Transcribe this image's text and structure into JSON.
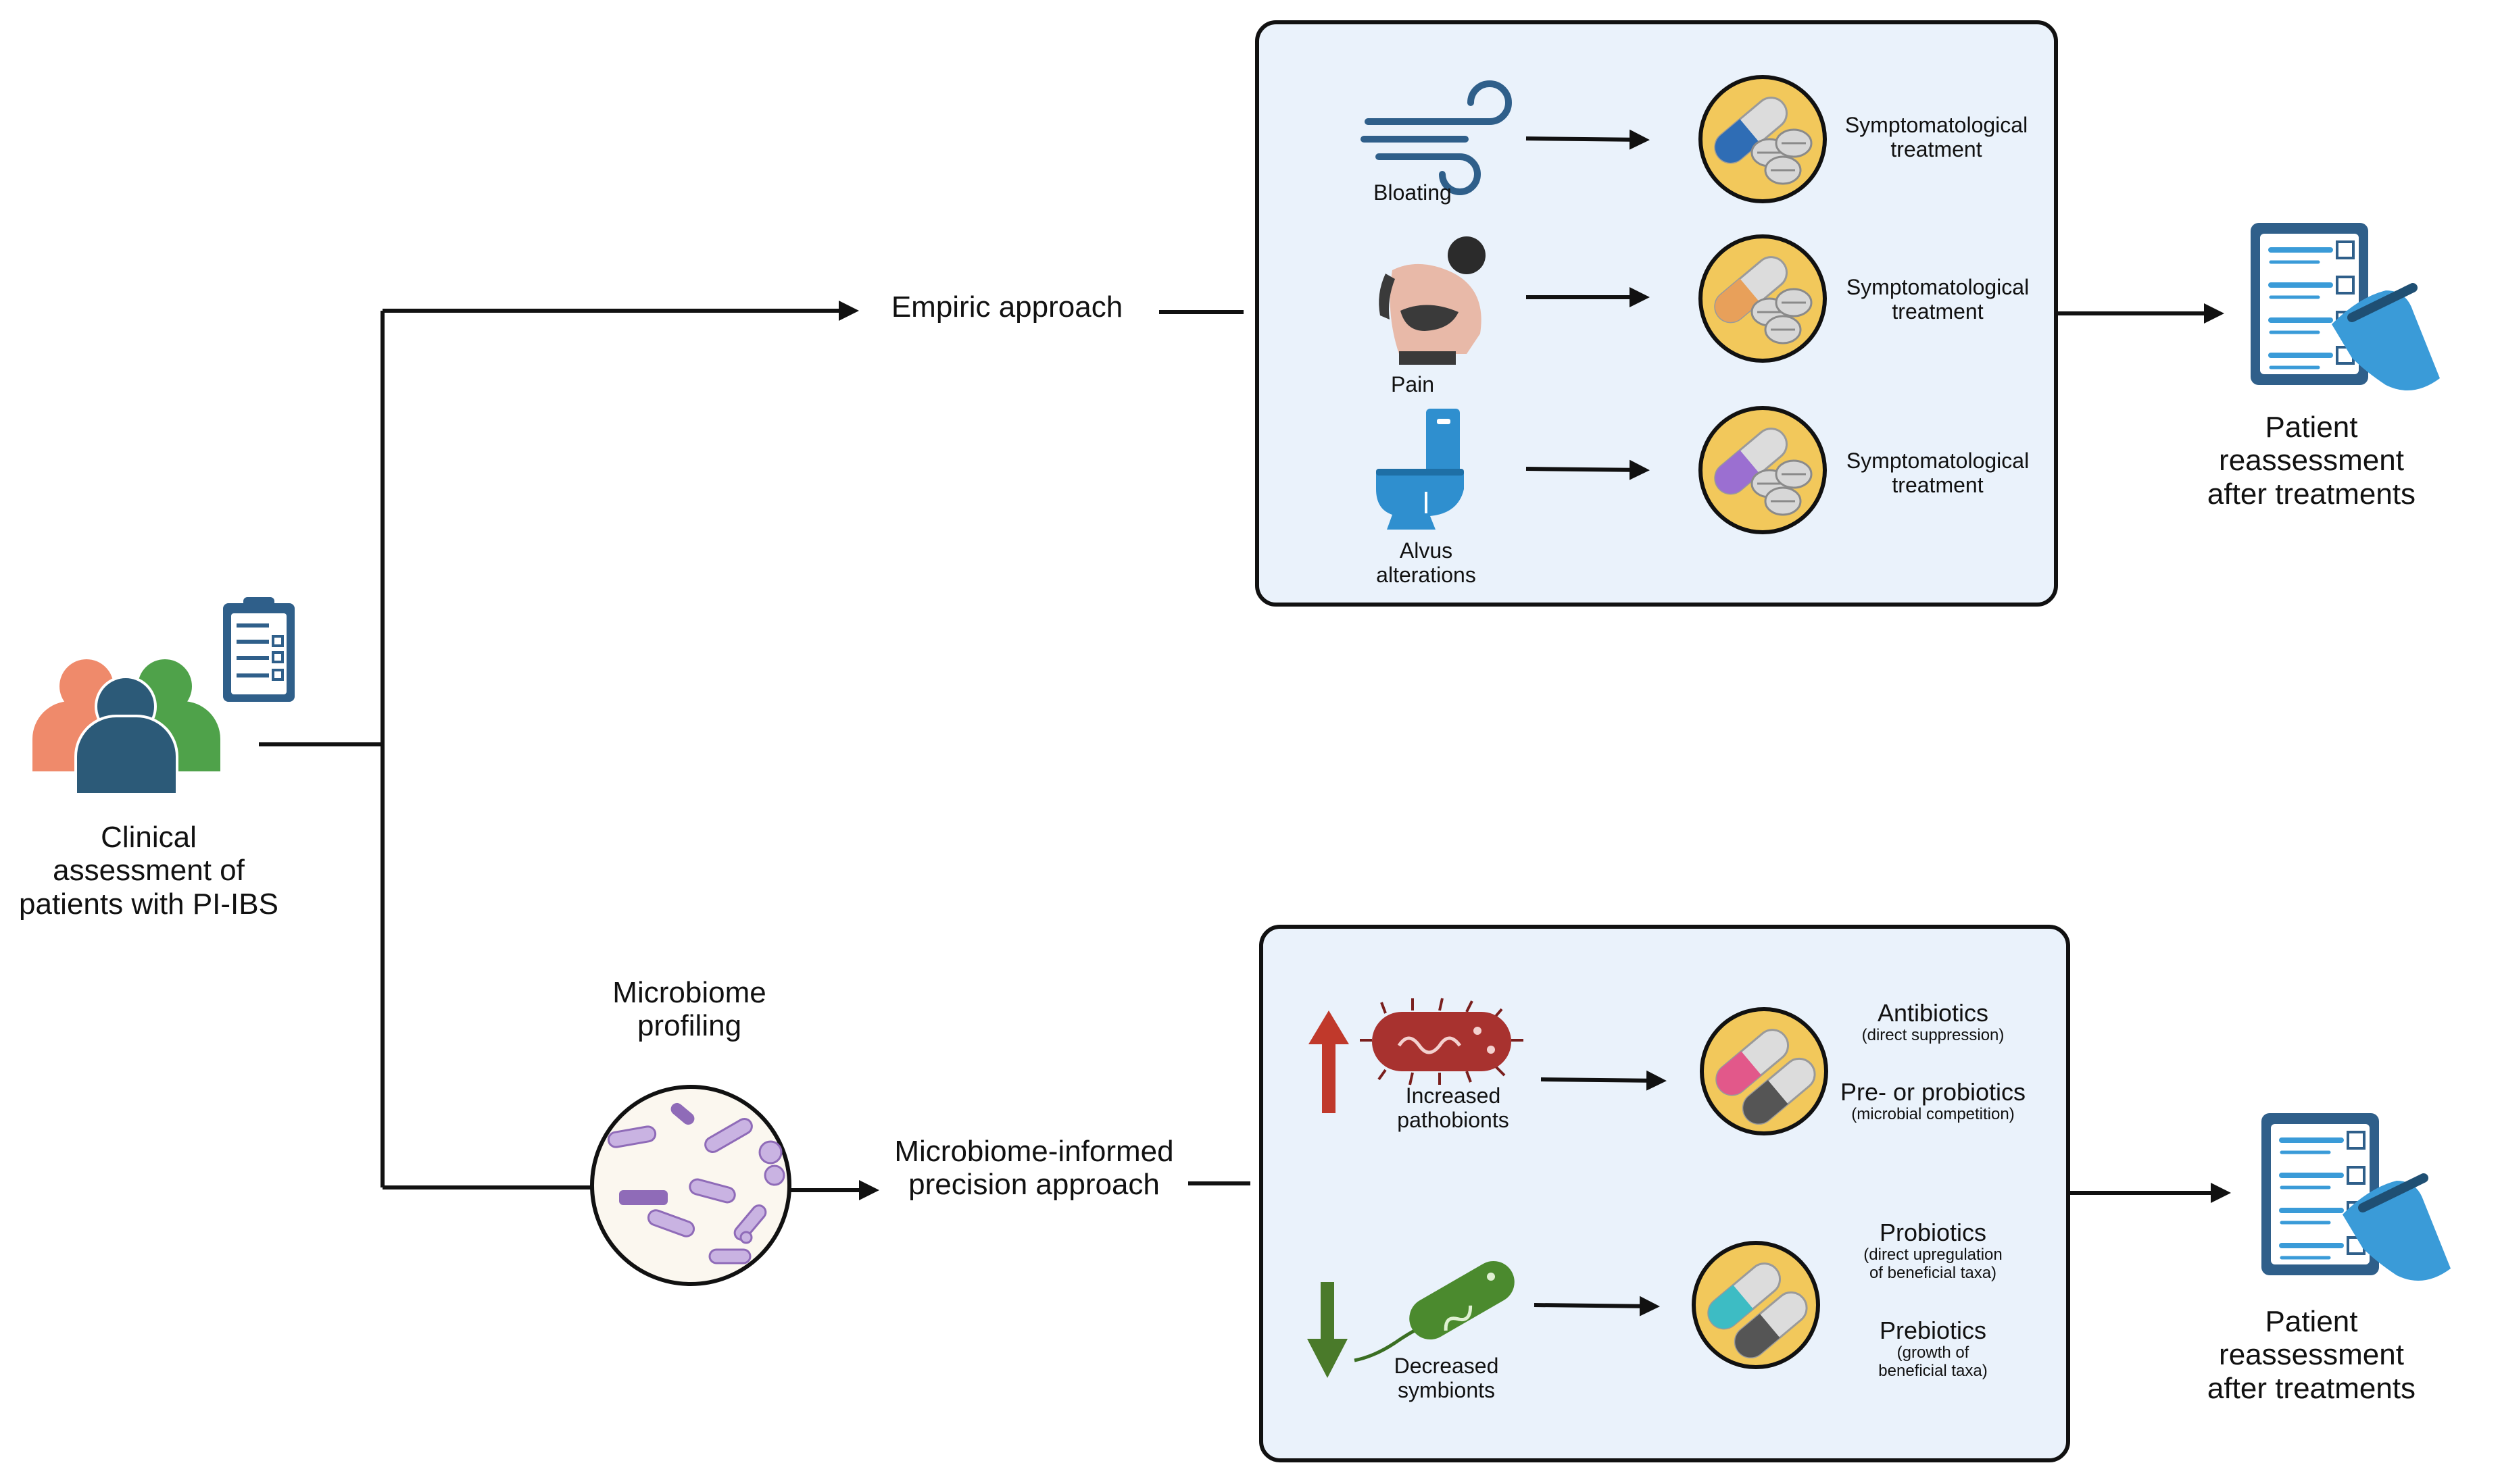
{
  "start": {
    "label_lines": [
      "Clinical",
      "assessment of",
      "patients with PI-IBS"
    ]
  },
  "empiric": {
    "approach_label": "Empiric approach",
    "symptoms": [
      {
        "label_lines": [
          "Bloating"
        ],
        "treatment_lines": [
          "Symptomatological",
          "treatment"
        ],
        "pill_color": "#2f6db5"
      },
      {
        "label_lines": [
          "Pain"
        ],
        "treatment_lines": [
          "Symptomatological",
          "treatment"
        ],
        "pill_color": "#e8a05a"
      },
      {
        "label_lines": [
          "Alvus",
          "alterations"
        ],
        "treatment_lines": [
          "Symptomatological",
          "treatment"
        ],
        "pill_color": "#9b6fd1"
      }
    ],
    "outcome_lines": [
      "Patient",
      "reassessment",
      "after treatments"
    ]
  },
  "precision": {
    "profiling_lines": [
      "Microbiome",
      "profiling"
    ],
    "approach_lines": [
      "Microbiome-informed",
      "precision approach"
    ],
    "groups": [
      {
        "label_lines": [
          "Increased",
          "pathobionts"
        ],
        "arrow_color": "#c0392b",
        "bacterium_color": "#a8322f",
        "treatments": [
          {
            "title": "Antibiotics",
            "note_lines": [
              "(direct suppression)"
            ]
          },
          {
            "title": "Pre- or probiotics",
            "note_lines": [
              "(microbial competition)"
            ]
          }
        ],
        "pill_color": "#e2588a"
      },
      {
        "label_lines": [
          "Decreased",
          "symbionts"
        ],
        "arrow_color": "#4a7a2a",
        "bacterium_color": "#4b8a2e",
        "treatments": [
          {
            "title": "Probiotics",
            "note_lines": [
              "(direct upregulation",
              "of beneficial taxa)"
            ]
          },
          {
            "title": "Prebiotics",
            "note_lines": [
              "(growth of",
              "beneficial taxa)"
            ]
          }
        ],
        "pill_color": "#3dbcc4"
      }
    ],
    "outcome_lines": [
      "Patient",
      "reassessment",
      "after treatments"
    ]
  },
  "colors": {
    "panel_fill": "#eaf2fb",
    "pill_circle": "#f2c85b",
    "clipboard": "#2f5f8a",
    "hand": "#3a9bd8",
    "person_orange": "#ef8a6b",
    "person_green": "#4fa24a",
    "person_navy": "#2c5a78"
  },
  "icons": [
    "people-icon",
    "clipboard-icon",
    "wind-icon",
    "person-pain-icon",
    "toilet-icon",
    "pill-icon",
    "bacterium-icon",
    "microscope-view-icon",
    "checklist-icon",
    "arrow-up-icon",
    "arrow-down-icon"
  ]
}
